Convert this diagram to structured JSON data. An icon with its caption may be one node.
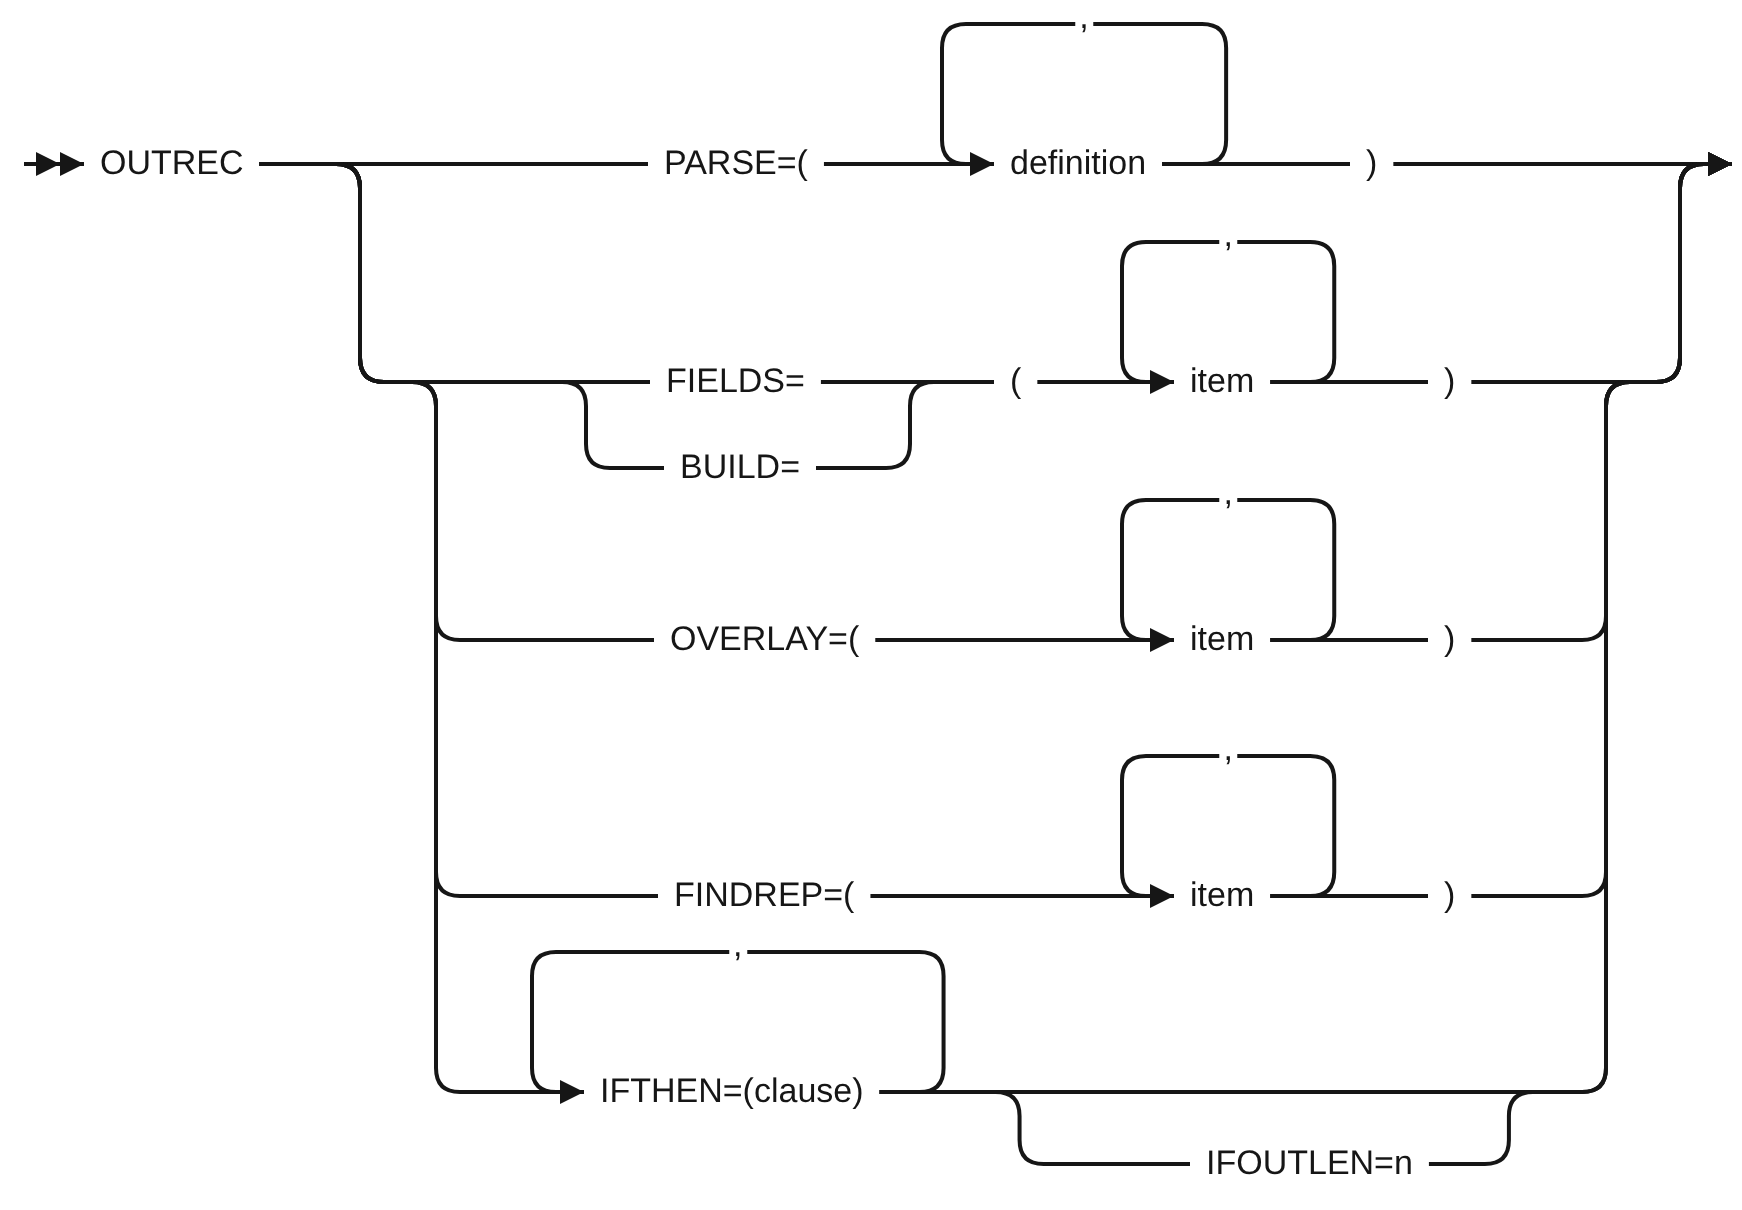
{
  "diagram": {
    "nodes": [
      {
        "text": [
          "OUTREC"
        ]
      },
      {
        "text": [
          "PARSE=("
        ]
      },
      {
        "text": [
          "definition"
        ]
      },
      {
        "text": [
          ")"
        ]
      },
      {
        "text": [
          "FIELDS="
        ]
      },
      {
        "text": [
          "BUILD="
        ]
      },
      {
        "text": [
          "("
        ]
      },
      {
        "text": [
          "item"
        ]
      },
      {
        "text": [
          ")"
        ]
      },
      {
        "text": [
          "OVERLAY=("
        ]
      },
      {
        "text": [
          "item"
        ]
      },
      {
        "text": [
          ")"
        ]
      },
      {
        "text": [
          "FINDREP=("
        ]
      },
      {
        "text": [
          "item"
        ]
      },
      {
        "text": [
          ")"
        ]
      },
      {
        "text": [
          "IFTHEN=(clause)"
        ]
      },
      {
        "text": [
          "IFOUTLEN=n"
        ]
      }
    ],
    "edges": [
      {
        "from": null,
        "to": 0,
        "arrow": "to"
      },
      {
        "from": 0,
        "to": 1,
        "arrow": "none"
      },
      {
        "from": 1,
        "to": 2,
        "arrow": "none"
      },
      {
        "from": 2,
        "to": 2,
        "arrow": "to",
        "label": ","
      },
      {
        "from": 2,
        "to": 3,
        "arrow": "none"
      },
      {
        "from": 3,
        "to": null,
        "arrow": "to"
      },
      {
        "from": 0,
        "to": 4,
        "arrow": "none"
      },
      {
        "from": 0,
        "to": 5,
        "arrow": "none"
      },
      {
        "from": 4,
        "to": 6,
        "arrow": "none"
      },
      {
        "from": 5,
        "to": 6,
        "arrow": "none"
      },
      {
        "from": 6,
        "to": 7,
        "arrow": "none"
      },
      {
        "from": 7,
        "to": 7,
        "arrow": "to",
        "label": ","
      },
      {
        "from": 7,
        "to": 8,
        "arrow": "none"
      },
      {
        "from": 8,
        "to": null,
        "arrow": "to"
      },
      {
        "from": 0,
        "to": 9,
        "arrow": "none"
      },
      {
        "from": 9,
        "to": 10,
        "arrow": "none"
      },
      {
        "from": 10,
        "to": 10,
        "arrow": "to",
        "label": ","
      },
      {
        "from": 10,
        "to": 11,
        "arrow": "none"
      },
      {
        "from": 11,
        "to": null,
        "arrow": "to"
      },
      {
        "from": 0,
        "to": 12,
        "arrow": "none"
      },
      {
        "from": 12,
        "to": 13,
        "arrow": "none"
      },
      {
        "from": 13,
        "to": 13,
        "arrow": "to",
        "label": ","
      },
      {
        "from": 13,
        "to": 14,
        "arrow": "none"
      },
      {
        "from": 14,
        "to": null,
        "arrow": "to"
      },
      {
        "from": 0,
        "to": 15,
        "arrow": "none"
      },
      {
        "from": 15,
        "to": 15,
        "arrow": "to",
        "label": ","
      },
      {
        "from": 15,
        "to": null,
        "arrow": "to"
      },
      {
        "from": 15,
        "to": 16,
        "arrow": "none"
      },
      {
        "from": 16,
        "to": null,
        "arrow": "to"
      }
    ]
  }
}
